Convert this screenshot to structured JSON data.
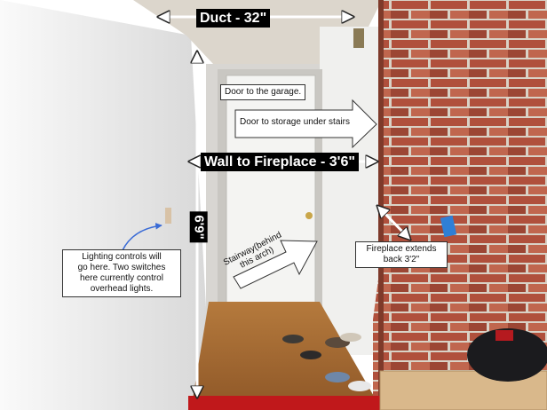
{
  "labels": {
    "duct": "Duct - 32\"",
    "wall_to_fireplace": "Wall to Fireplace - 3'6\"",
    "door_height": "6'9\"",
    "door_garage": "Door to the garage.",
    "door_storage": "Door to storage under stairs",
    "stairway_line1": "Stairway(behind",
    "stairway_line2": "this arch)",
    "fireplace_line1": "Fireplace extends",
    "fireplace_line2": "back 3'2\"",
    "lighting_line1": "Lighting controls will",
    "lighting_line2": "go here. Two switches",
    "lighting_line3": "here currently control",
    "lighting_line4": "overhead lights."
  },
  "colors": {
    "wall": "#e9e9e9",
    "ceiling": "#dcd6cc",
    "brick": "#b0503c",
    "mortar": "#d9d2c6",
    "floor": "#a4692f",
    "rug": "#c0181b",
    "box": "#d9b88b",
    "annotation_bg": "#000000",
    "annotation_text": "#ffffff"
  }
}
